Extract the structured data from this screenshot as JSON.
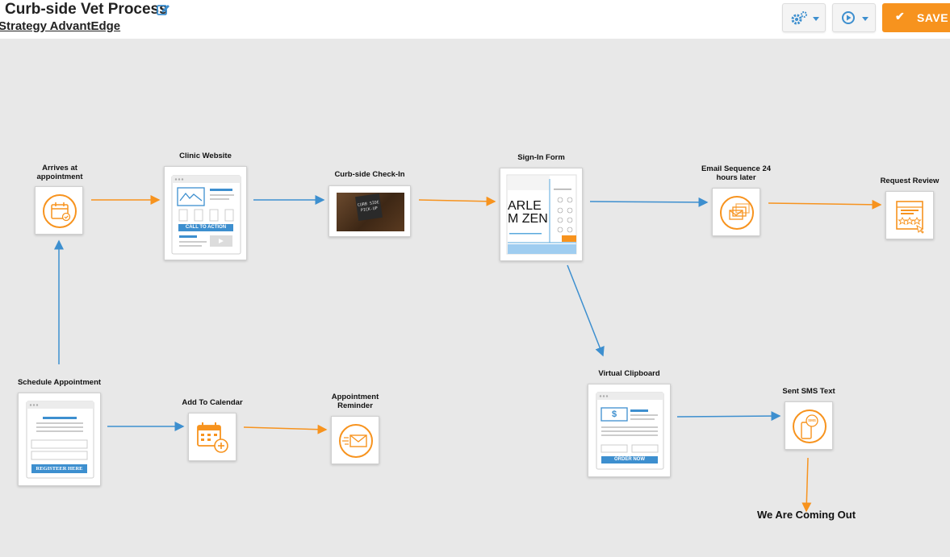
{
  "header": {
    "title": "Curb-side Vet Process",
    "subtitle": "Strategy AdvantEdge",
    "save_label": "SAVE",
    "icons": [
      "pencil-square-icon",
      "gears-icon",
      "play-circle-icon",
      "check-icon"
    ],
    "accent": "#f7931e",
    "link_blue": "#3d8fcf"
  },
  "nodes": {
    "arrives": {
      "label": "Arrives at appointment",
      "icon": "calendar-check-icon"
    },
    "clinic_website": {
      "label": "Clinic Website",
      "cta": "CALL TO ACTION"
    },
    "checkin": {
      "label": "Curb-side Check-In",
      "board_text": "CURB SIDE PICK-UP"
    },
    "signin": {
      "label": "Sign-In Form",
      "preview_text": "ARLEM ZEN"
    },
    "email_seq": {
      "label": "Email Sequence 24 hours later",
      "icon": "emails-icon"
    },
    "request_review": {
      "label": "Request Review",
      "icon": "review-stars-icon"
    },
    "schedule": {
      "label": "Schedule Appointment",
      "cta": "REGISTEER HERE"
    },
    "add_calendar": {
      "label": "Add To Calendar",
      "icon": "calendar-add-icon"
    },
    "reminder": {
      "label": "Appointment Reminder",
      "icon": "send-email-icon"
    },
    "clipboard": {
      "label": "Virtual Clipboard",
      "cta": "ORDER NOW",
      "price_symbol": "$"
    },
    "sms": {
      "label": "Sent SMS Text",
      "icon": "sms-phone-icon",
      "badge": "SMS"
    }
  },
  "final_text": "We Are Coming Out",
  "colors": {
    "orange": "#f7931e",
    "blue": "#3d8fcf",
    "canvas": "#e8e8e8"
  }
}
